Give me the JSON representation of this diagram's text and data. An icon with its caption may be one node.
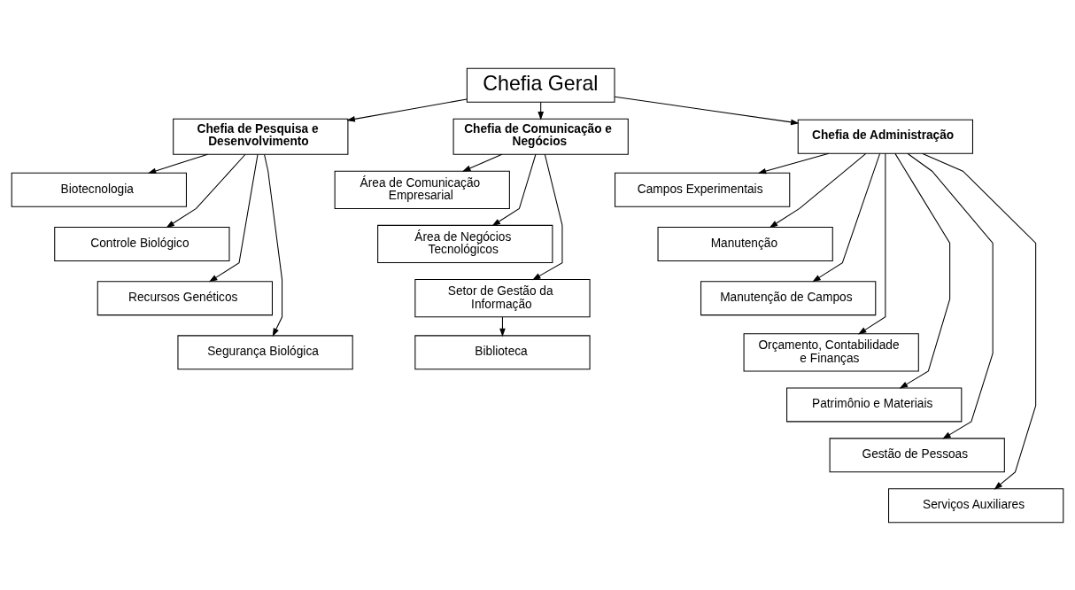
{
  "diagram": {
    "nodes": [
      {
        "text": [
          "Chefia Geral"
        ]
      },
      {
        "text": [
          "Chefia de Pesquisa e Desenvolvimento"
        ]
      },
      {
        "text": [
          "Chefia de Comunicação e Negócios"
        ]
      },
      {
        "text": [
          "Chefia de Administração"
        ]
      },
      {
        "text": [
          "Biotecnologia"
        ]
      },
      {
        "text": [
          "Controle Biológico"
        ]
      },
      {
        "text": [
          "Recursos Genéticos"
        ]
      },
      {
        "text": [
          "Segurança Biológica"
        ]
      },
      {
        "text": [
          "Área de Comunicação Empresarial"
        ]
      },
      {
        "text": [
          "Área de Negócios Tecnológicos"
        ]
      },
      {
        "text": [
          "Setor de Gestão da Informação"
        ]
      },
      {
        "text": [
          "Biblioteca"
        ]
      },
      {
        "text": [
          "Campos Experimentais"
        ]
      },
      {
        "text": [
          "Manutenção"
        ]
      },
      {
        "text": [
          "Manutenção de Campos"
        ]
      },
      {
        "text": [
          "Orçamento, Contabilidade e Finanças"
        ]
      },
      {
        "text": [
          "Patrimônio e Materiais"
        ]
      },
      {
        "text": [
          "Gestão de Pessoas"
        ]
      },
      {
        "text": [
          "Serviços Auxiliares"
        ]
      }
    ],
    "edges": [
      {
        "from": 0,
        "to": 1,
        "arrow": "to"
      },
      {
        "from": 0,
        "to": 2,
        "arrow": "to"
      },
      {
        "from": 0,
        "to": 3,
        "arrow": "to"
      },
      {
        "from": 1,
        "to": 4,
        "arrow": "to"
      },
      {
        "from": 1,
        "to": 5,
        "arrow": "to"
      },
      {
        "from": 1,
        "to": 6,
        "arrow": "to"
      },
      {
        "from": 1,
        "to": 7,
        "arrow": "to"
      },
      {
        "from": 2,
        "to": 8,
        "arrow": "to"
      },
      {
        "from": 2,
        "to": 9,
        "arrow": "to"
      },
      {
        "from": 2,
        "to": 10,
        "arrow": "to"
      },
      {
        "from": 10,
        "to": 11,
        "arrow": "to"
      },
      {
        "from": 3,
        "to": 12,
        "arrow": "to"
      },
      {
        "from": 3,
        "to": 13,
        "arrow": "to"
      },
      {
        "from": 3,
        "to": 14,
        "arrow": "to"
      },
      {
        "from": 3,
        "to": 15,
        "arrow": "to"
      },
      {
        "from": 3,
        "to": 16,
        "arrow": "to"
      },
      {
        "from": 3,
        "to": 17,
        "arrow": "to"
      },
      {
        "from": 3,
        "to": 18,
        "arrow": "to"
      }
    ]
  }
}
